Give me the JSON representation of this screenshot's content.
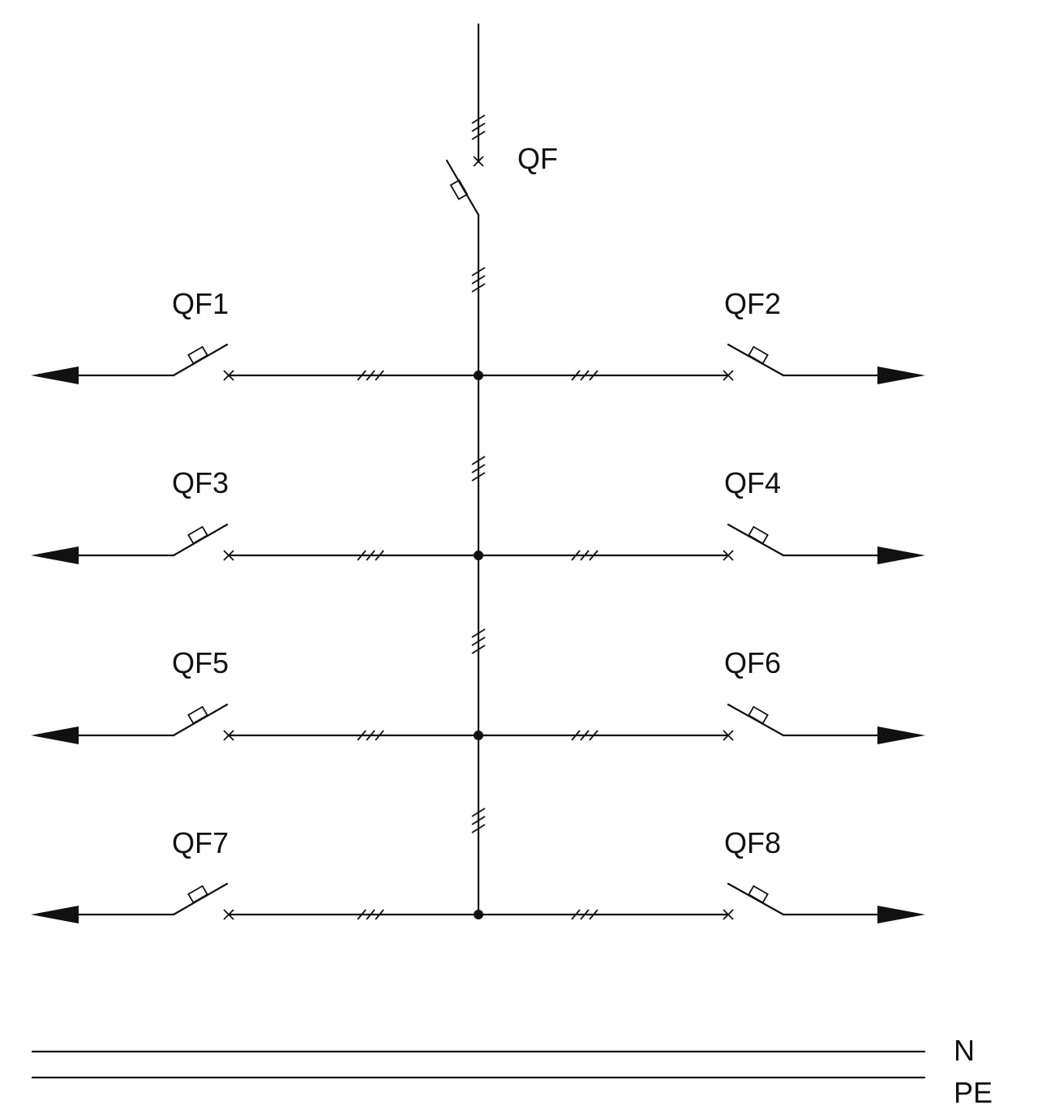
{
  "diagram": {
    "main_breaker": {
      "label": "QF"
    },
    "feeders": [
      {
        "label": "QF1",
        "side": "left",
        "row": 1
      },
      {
        "label": "QF2",
        "side": "right",
        "row": 1
      },
      {
        "label": "QF3",
        "side": "left",
        "row": 2
      },
      {
        "label": "QF4",
        "side": "right",
        "row": 2
      },
      {
        "label": "QF5",
        "side": "left",
        "row": 3
      },
      {
        "label": "QF6",
        "side": "right",
        "row": 3
      },
      {
        "label": "QF7",
        "side": "left",
        "row": 4
      },
      {
        "label": "QF8",
        "side": "right",
        "row": 4
      }
    ],
    "conductors": {
      "neutral_label": "N",
      "protective_earth_label": "PE"
    },
    "colors": {
      "line": "#111111",
      "background": "#ffffff"
    }
  }
}
